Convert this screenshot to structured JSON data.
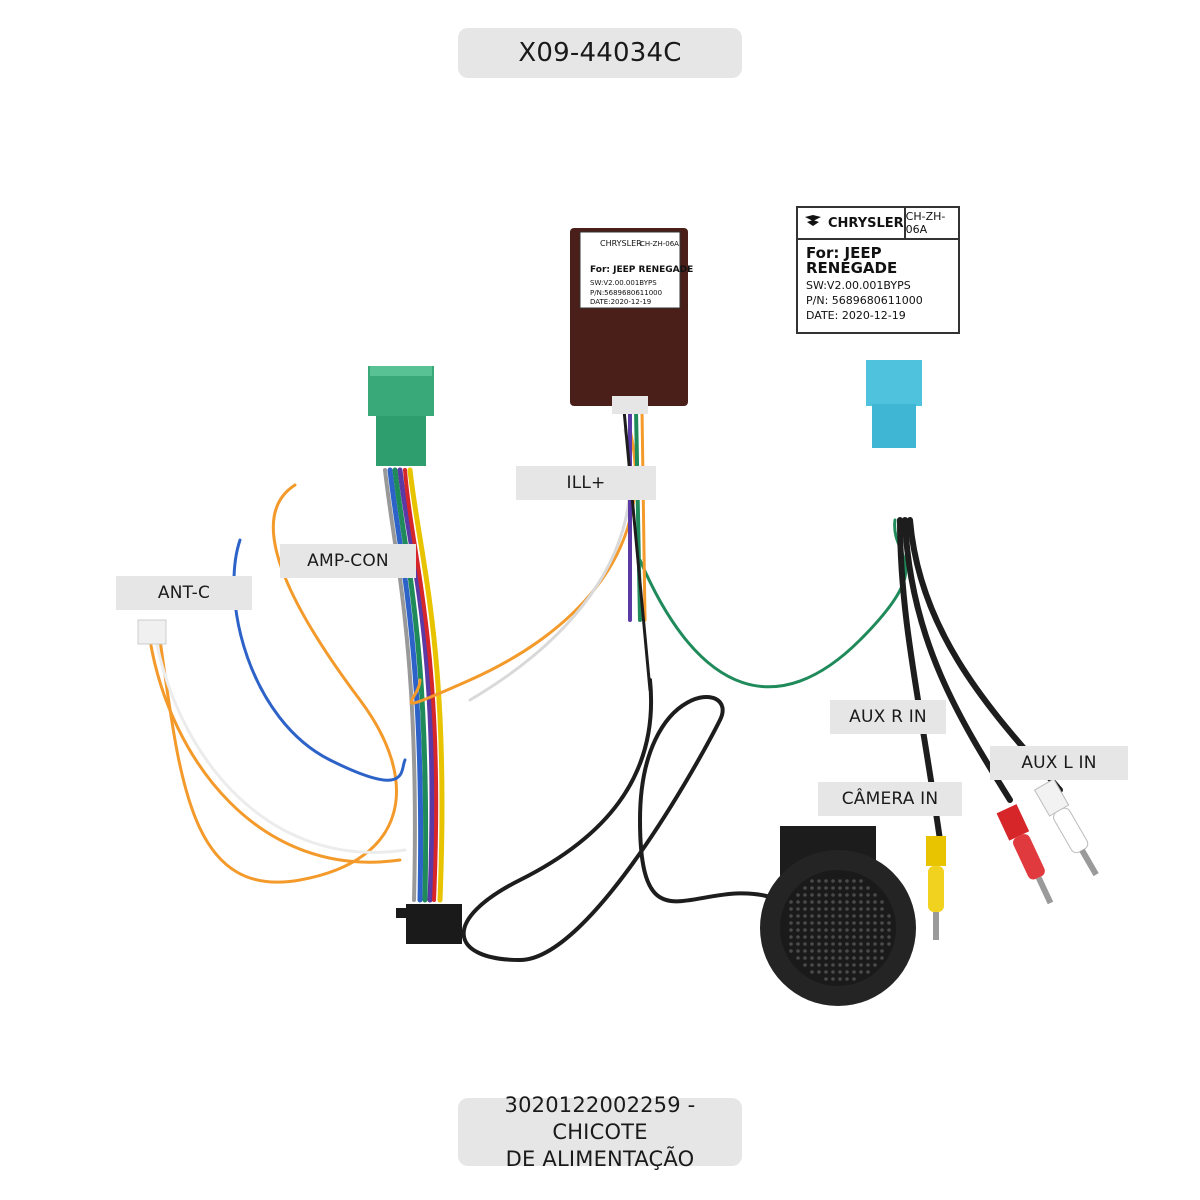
{
  "header": {
    "title": "X09-44034C"
  },
  "footer": {
    "line1": "3020122002259 - CHICOTE",
    "line2": "DE ALIMENTAÇÃO"
  },
  "labels": {
    "ant": "ANT-C",
    "amp": "AMP-CON",
    "ill": "ILL+",
    "aux_r": "AUX R IN",
    "aux_l": "AUX L IN",
    "camera": "CÂMERA IN"
  },
  "module_label": {
    "brand": "CHRYSLER",
    "code": "CH-ZH-06A",
    "for_line": "For: JEEP  RENEGADE",
    "sw": "SW:V2.00.001BYPS",
    "pn": "P/N: 5689680611000",
    "date": "DATE: 2020-12-19"
  },
  "colors": {
    "green_connector": "#2f9e6e",
    "cyan_connector": "#3fb6d4",
    "module_box": "#4a1f1a",
    "rca_yellow": "#e8c300",
    "rca_red": "#d6262a",
    "rca_white": "#f2f2f2",
    "wire_orange": "#f39a2b",
    "wire_blue": "#2d63c8",
    "wire_green": "#1f8a5a"
  },
  "icons": [
    "chrysler-logo-icon",
    "speaker-grille-icon"
  ]
}
